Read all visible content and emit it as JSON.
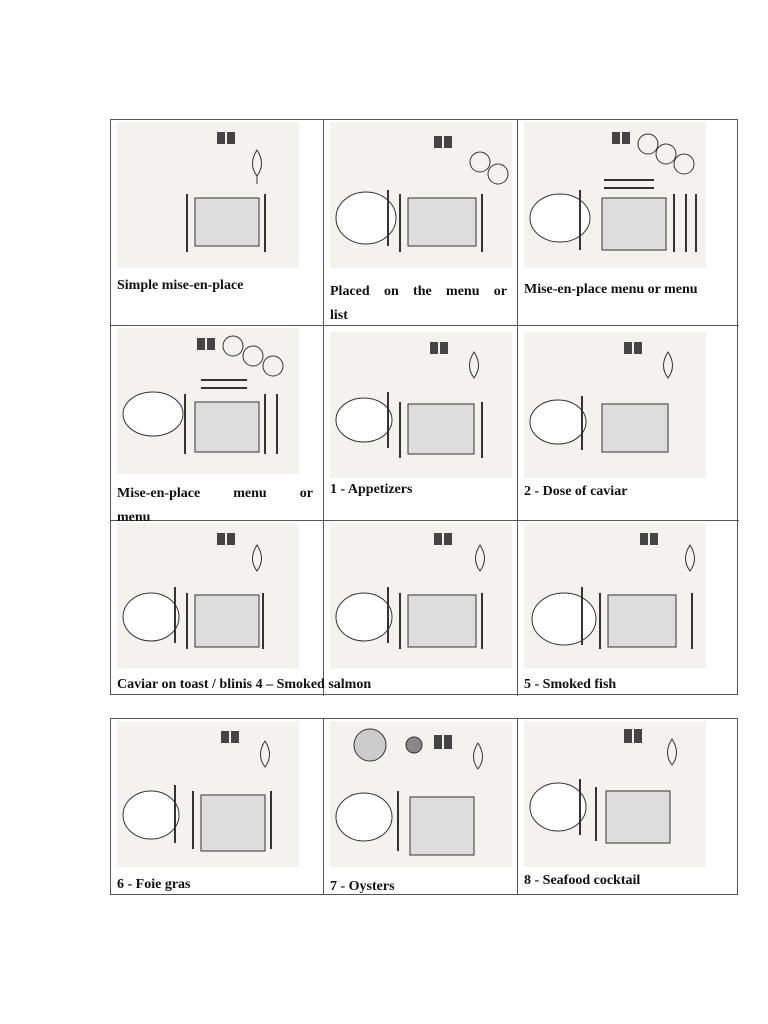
{
  "top_table": {
    "row1": [
      {
        "caption": "Simple mise-en-place"
      },
      {
        "caption_line1": "Placed on the menu or",
        "caption_line2": "list"
      },
      {
        "caption": "Mise-en-place menu or menu"
      }
    ],
    "row2": [
      {
        "caption_line1": "Mise-en-place menu or",
        "caption_line2": "menu"
      },
      {
        "caption": "1 - Appetizers"
      },
      {
        "caption": "2 - Dose of caviar"
      }
    ],
    "row3": [
      {
        "caption": "Caviar on toast / blinis 4 – Smoked salmon"
      },
      {
        "caption": ""
      },
      {
        "caption": "5 - Smoked fish"
      }
    ]
  },
  "bottom_table": {
    "row1": [
      {
        "caption": "6 - Foie gras"
      },
      {
        "caption": "7 - Oysters"
      },
      {
        "caption": "8 - Seafood cocktail"
      }
    ]
  },
  "icons": {
    "illustration": "table-setting-illustration"
  }
}
